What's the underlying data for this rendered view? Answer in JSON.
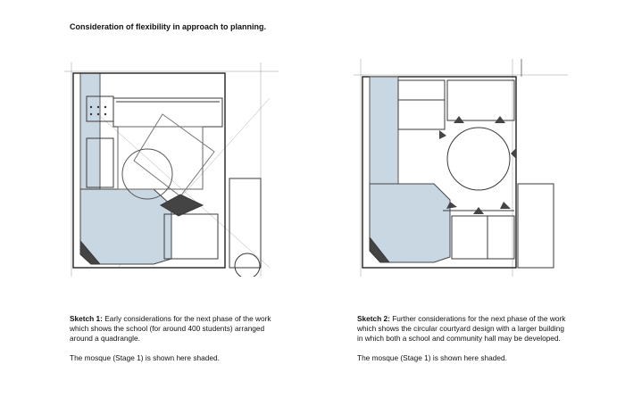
{
  "page": {
    "title": "Consideration of flexibility in approach to planning."
  },
  "sketches": [
    {
      "label": "Sketch 1:",
      "text": "Early considerations for the next phase of the work which shows the school (for around 400 students) arranged around a quadrangle.",
      "note": "The mosque (Stage 1) is shown here shaded."
    },
    {
      "label": "Sketch 2:",
      "text": "Further considerations for the next phase of the work which shows the circular courtyard design with a larger building in which both a school and community hall may be developed.",
      "note": "The mosque (Stage 1) is shown here shaded."
    }
  ],
  "colors": {
    "shade": "#c9d7e3",
    "ink": "#3a3a3a"
  }
}
